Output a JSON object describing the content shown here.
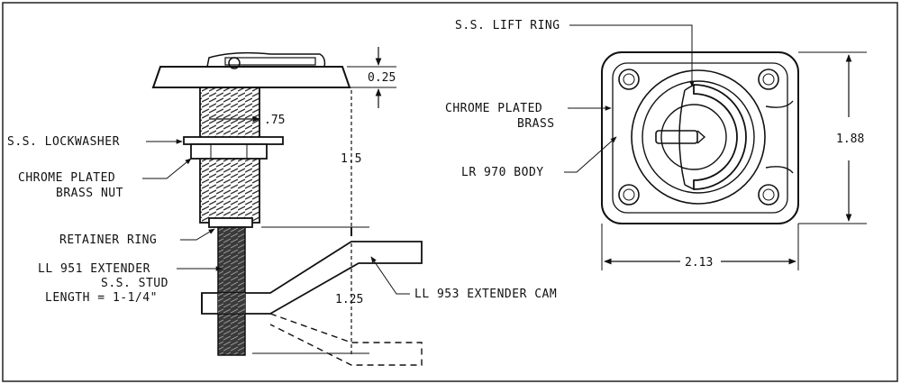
{
  "labels": {
    "lift_ring": "S.S. LIFT RING",
    "chrome_brass_line1": "CHROME PLATED",
    "chrome_brass_line2": "BRASS",
    "body": "LR 970 BODY",
    "lockwasher": "S.S. LOCKWASHER",
    "nut_line1": "CHROME PLATED",
    "nut_line2": "BRASS NUT",
    "retainer": "RETAINER RING",
    "extender_line1": "LL 951 EXTENDER",
    "extender_line2": "S.S. STUD",
    "extender_line3": "LENGTH = 1-1/4\"",
    "cam": "LL 953 EXTENDER CAM"
  },
  "dimensions": {
    "flange_height": "0.25",
    "thread_dia": ".75",
    "stud_length": "1.5",
    "cam_offset": "1.25",
    "plate_height": "1.88",
    "plate_width": "2.13"
  }
}
